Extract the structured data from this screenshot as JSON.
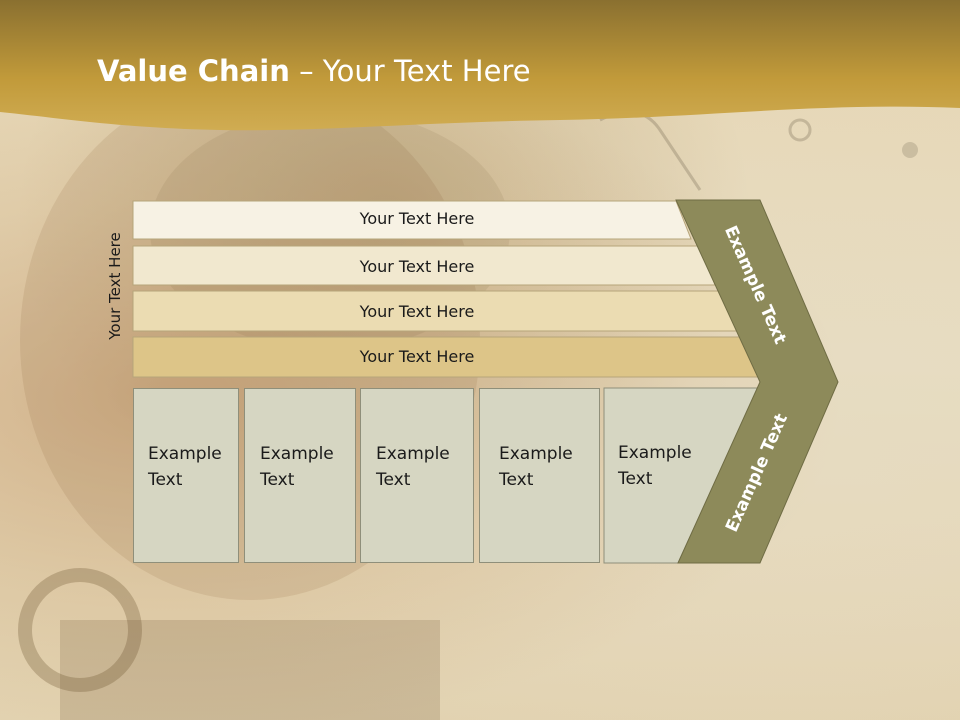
{
  "slide": {
    "title_bold": "Value Chain",
    "title_rest": " – Your Text Here",
    "vertical_label": "Your Text Here"
  },
  "bars": [
    {
      "label": "Your Text Here",
      "color": "#f7f2e4"
    },
    {
      "label": "Your Text Here",
      "color": "#f1e8cf"
    },
    {
      "label": "Your Text Here",
      "color": "#ebdcb2"
    },
    {
      "label": "Your Text Here",
      "color": "#ddc588"
    }
  ],
  "boxes": [
    {
      "label": "Example\nText"
    },
    {
      "label": "Example\nText"
    },
    {
      "label": "Example\nText"
    },
    {
      "label": "Example\nText"
    },
    {
      "label": "Example\nText"
    }
  ],
  "chevron": {
    "top_label": "Example Text",
    "bottom_label": "Example Text",
    "color": "#8d8a5a"
  },
  "colors": {
    "header_gold": "#c9a23c",
    "header_dark": "#8a7030",
    "box_fill": "#d6d6c2"
  }
}
